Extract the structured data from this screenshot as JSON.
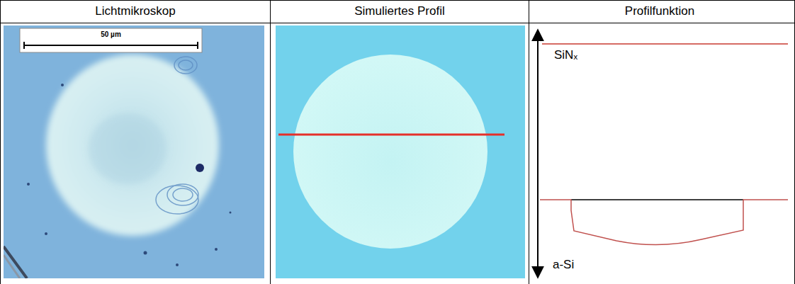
{
  "diagram": {
    "labels": [
      "Lichtmikroskop",
      "Simuliertes Profil",
      "Profilfunktion",
      "50 µm",
      "SiNₓ",
      "a-Si"
    ]
  }
}
